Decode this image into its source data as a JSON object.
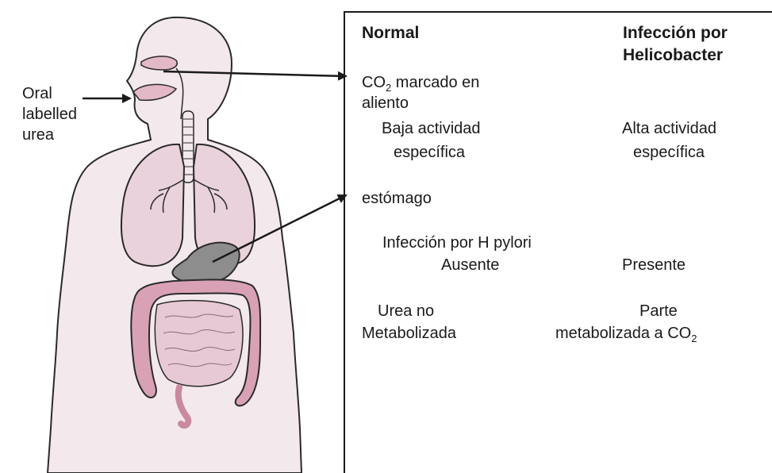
{
  "side_label": {
    "line1": "Oral",
    "line2": "labelled",
    "line3": "urea"
  },
  "panel": {
    "header_normal": "Normal",
    "header_infection_line1": "Infección por",
    "header_infection_line2": "Helicobacter",
    "breath_prefix": "CO",
    "breath_sub": "2",
    "breath_suffix": " marcado en",
    "breath_line2": "aliento",
    "low_activity_line1": "Baja actividad",
    "low_activity_line2": "específica",
    "high_activity_line1": "Alta actividad",
    "high_activity_line2": "específica",
    "stomach": "estómago",
    "hp_infection": "Infección por H pylori",
    "absent": "Ausente",
    "present": "Presente",
    "urea_line1": "Urea no",
    "urea_line2": "Metabolizada",
    "part_line1": "Parte",
    "part_line2_prefix": "metabolizada a CO",
    "part_line2_sub": "2"
  },
  "colors": {
    "body_fill": "#f3e8ec",
    "organ_fill": "#e3b8c7",
    "organ_dark": "#c98aa1",
    "stomach_fill": "#8d8d8d",
    "outline": "#2a2a2a"
  }
}
